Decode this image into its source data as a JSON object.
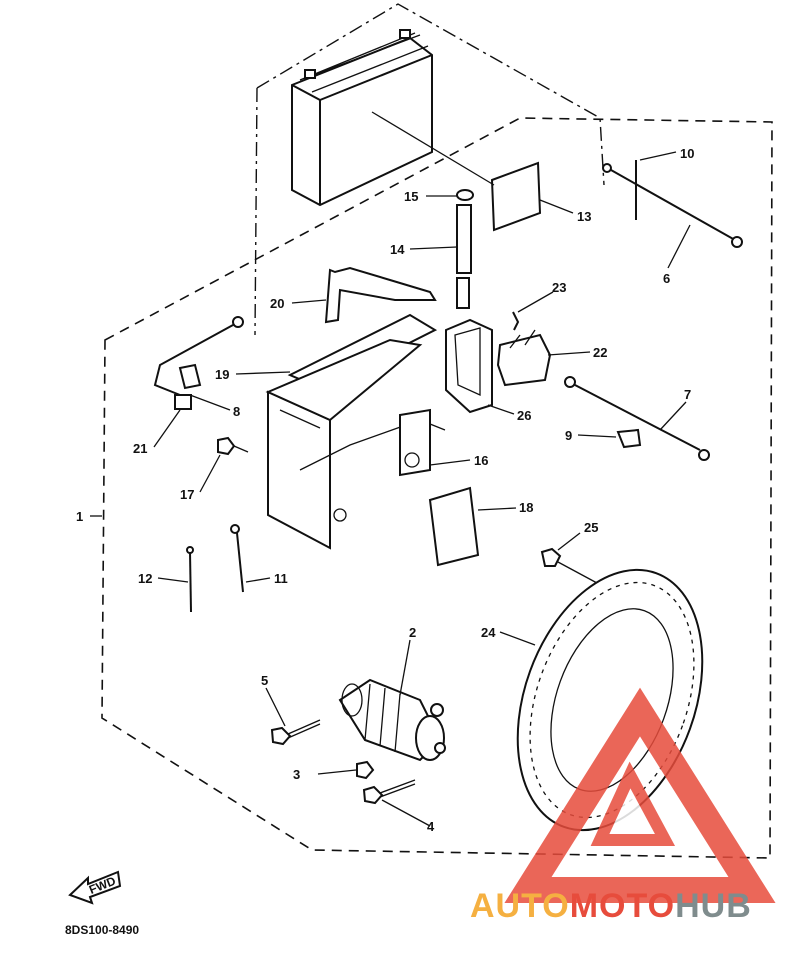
{
  "diagram": {
    "callouts": [
      "1",
      "2",
      "3",
      "4",
      "5",
      "6",
      "7",
      "8",
      "9",
      "10",
      "11",
      "12",
      "13",
      "14",
      "15",
      "16",
      "17",
      "18",
      "19",
      "20",
      "21",
      "22",
      "23",
      "24",
      "25",
      "26"
    ],
    "fwd_label": "FWD",
    "code": "8DS100-8490"
  },
  "watermark": {
    "part1": "AUTO",
    "part2": "MOTO",
    "part3": "HUB",
    "color_auto": "#f5b041",
    "color_moto": "#e74c3c",
    "color_hub": "#7f8c8d"
  }
}
